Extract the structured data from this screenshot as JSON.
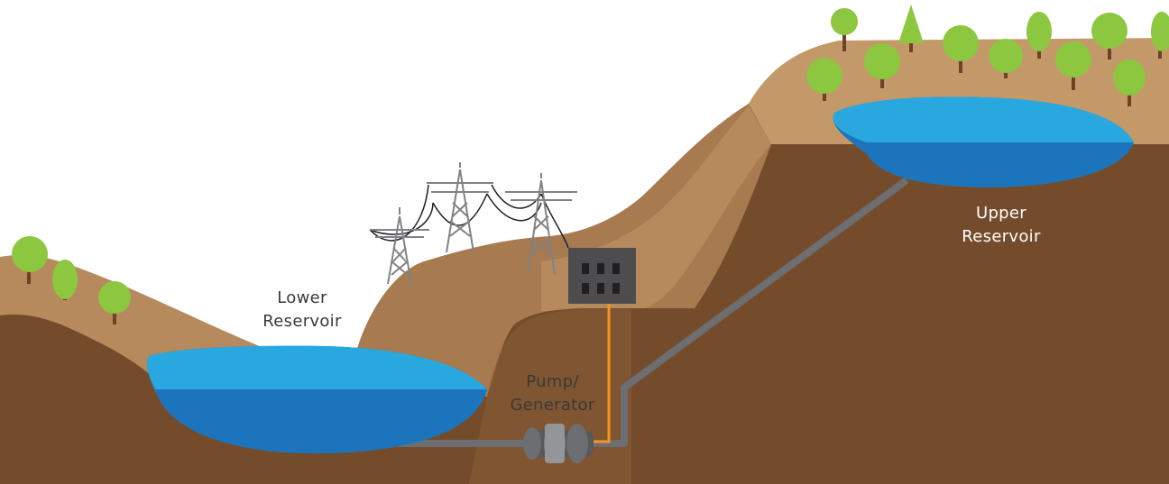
{
  "labels": {
    "lower_reservoir": {
      "line1": "Lower",
      "line2": "Reservoir"
    },
    "pump_generator": {
      "line1": "Pump/",
      "line2": "Generator"
    },
    "upper_reservoir": {
      "line1": "Upper",
      "line2": "Reservoir"
    }
  },
  "colors": {
    "sky": "#ffffff",
    "soil_dark": "#754c2b",
    "soil_light": "#b68a5d",
    "hillside": "#a77a4f",
    "water_light": "#29a8e0",
    "water_dark": "#1c75bc",
    "tree": "#8dc63f",
    "trunk": "#6b4423",
    "pipe": "#6d6e71",
    "cable": "#f7941d",
    "building": "#4d4d4f",
    "tower": "#808285"
  },
  "icons": [
    "tree-icon",
    "transmission-tower-icon",
    "power-building-icon",
    "turbine-icon"
  ]
}
